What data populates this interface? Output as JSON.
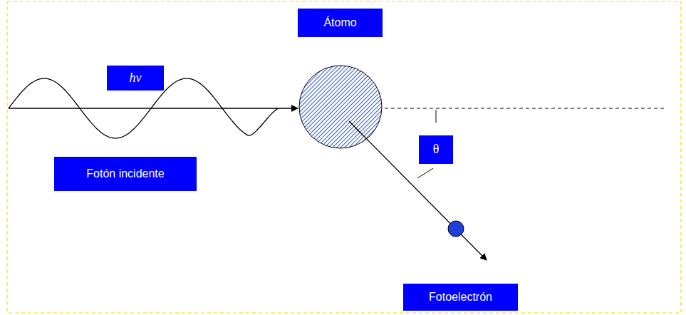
{
  "diagram": {
    "nodes": [
      {
        "text": [
          "Átomo"
        ]
      },
      {
        "text": [
          "hν"
        ]
      },
      {
        "text": [
          "Fotón incidente"
        ]
      },
      {
        "text": [
          "θ"
        ]
      },
      {
        "text": [
          "Fotoelectrón"
        ]
      }
    ]
  }
}
